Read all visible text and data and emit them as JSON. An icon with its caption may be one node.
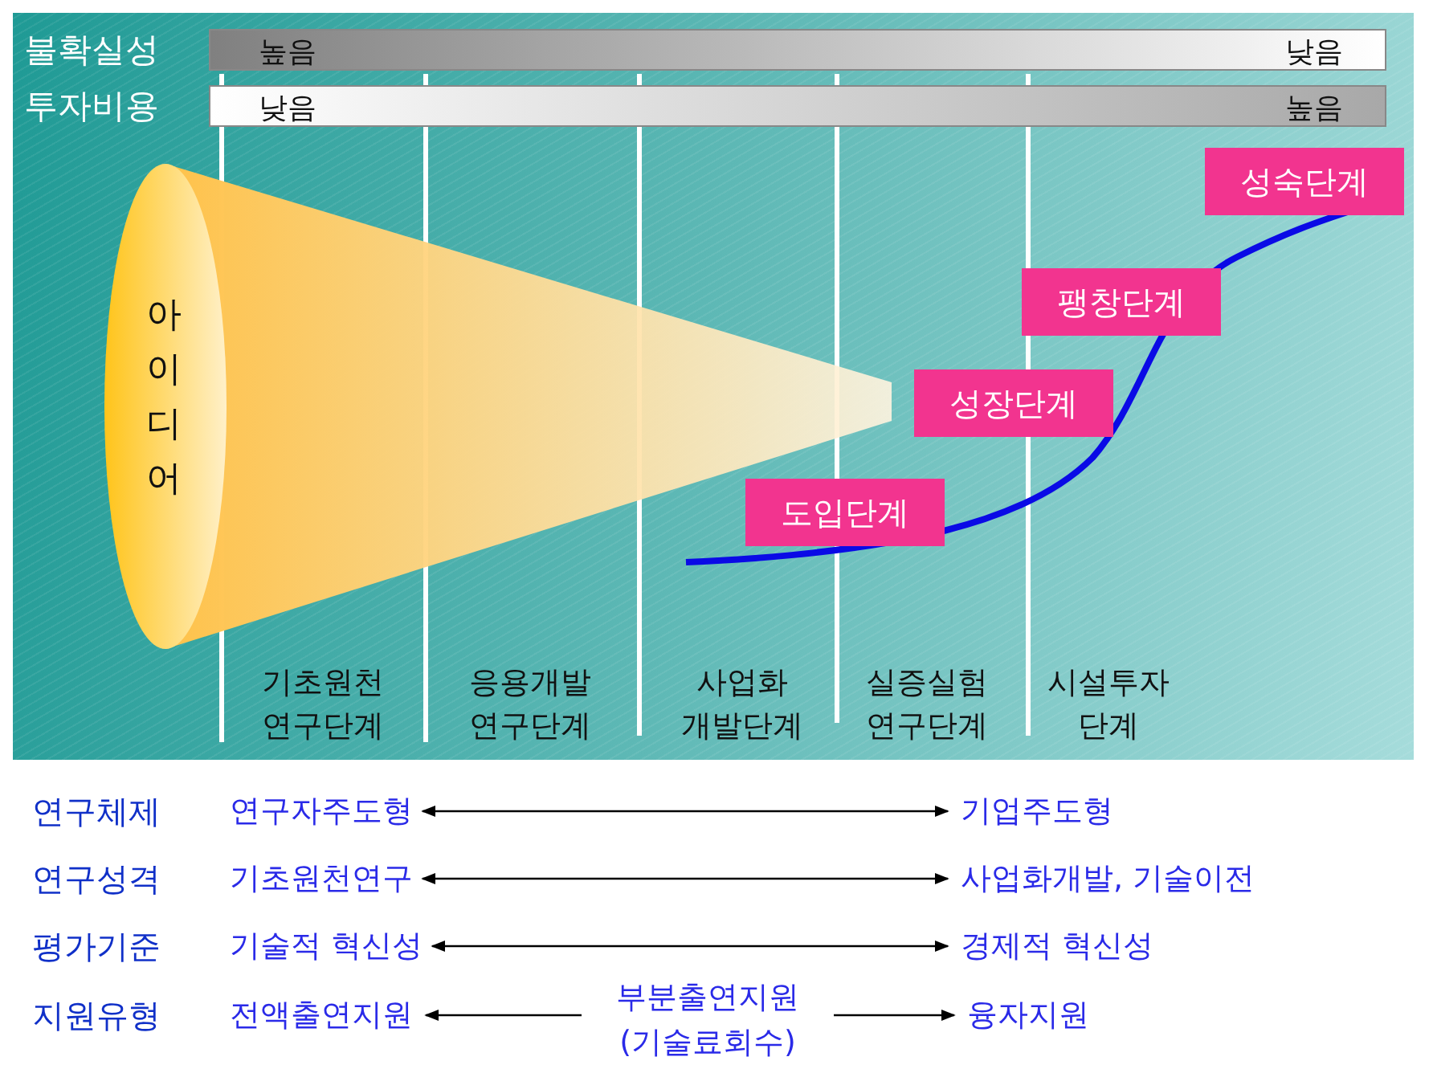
{
  "diagram": {
    "nodes": [
      {
        "text": [
          "불확실성",
          "높음",
          "낮음"
        ]
      },
      {
        "text": [
          "투자비용",
          "낮음",
          "높음"
        ]
      },
      {
        "text": [
          "아이디어"
        ]
      },
      {
        "text": [
          "도입단계"
        ]
      },
      {
        "text": [
          "성장단계"
        ]
      },
      {
        "text": [
          "팽창단계"
        ]
      },
      {
        "text": [
          "성숙단계"
        ]
      },
      {
        "text": [
          "연구자주도형"
        ]
      },
      {
        "text": [
          "기업주도형"
        ]
      },
      {
        "text": [
          "기초원천연구"
        ]
      },
      {
        "text": [
          "사업화개발, 기술이전"
        ]
      },
      {
        "text": [
          "기술적 혁신성"
        ]
      },
      {
        "text": [
          "경제적 혁신성"
        ]
      },
      {
        "text": [
          "전액출연지원"
        ]
      },
      {
        "text": [
          "부분출연지원 (기술료회수)"
        ]
      },
      {
        "text": [
          "융자지원"
        ]
      }
    ],
    "edges": [
      {
        "from": 7,
        "to": 8,
        "arrow": "both"
      },
      {
        "from": 9,
        "to": 10,
        "arrow": "both"
      },
      {
        "from": 11,
        "to": 12,
        "arrow": "both"
      },
      {
        "from": 14,
        "to": 13,
        "arrow": "to"
      },
      {
        "from": 14,
        "to": 15,
        "arrow": "to"
      }
    ],
    "labels": [
      "기초원천 연구단계",
      "응용개발 연구단계",
      "사업화 개발단계",
      "실증실험 연구단계",
      "시설투자 단계",
      "연구체제",
      "연구성격",
      "평가기준",
      "지원유형"
    ]
  }
}
